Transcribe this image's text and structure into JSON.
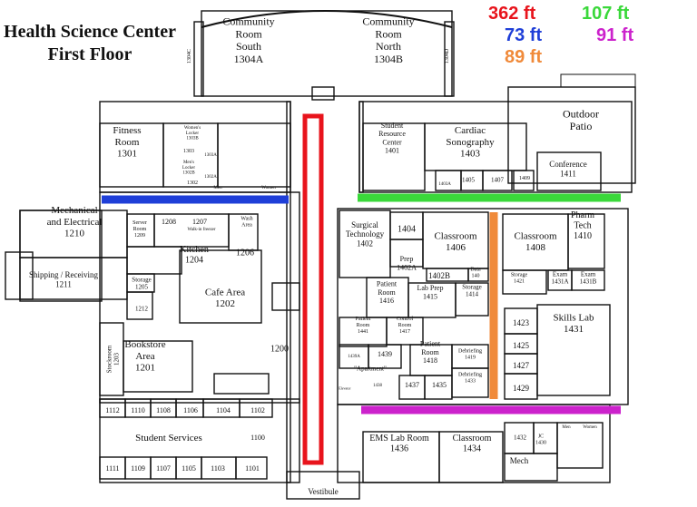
{
  "title": {
    "line1": "Health Science Center",
    "line2": "First Floor"
  },
  "legend": [
    {
      "text": "362 ft",
      "color": "#e8141c"
    },
    {
      "text": "107 ft",
      "color": "#3ad83a"
    },
    {
      "text": "73 ft",
      "color": "#1f3fd8"
    },
    {
      "text": "91 ft",
      "color": "#cc22cc"
    },
    {
      "text": "89 ft",
      "color": "#f08a3a"
    }
  ],
  "rooms": [
    {
      "id": "community-room-south",
      "label": [
        "Community",
        "Room",
        "South"
      ],
      "number": "1304A"
    },
    {
      "id": "community-room-north",
      "label": [
        "Community",
        "Room",
        "North"
      ],
      "number": "1304B"
    },
    {
      "id": "room-1304c",
      "number": "1304C"
    },
    {
      "id": "room-1304d",
      "number": "1304D"
    },
    {
      "id": "outdoor-patio",
      "label": [
        "Outdoor",
        "Patio"
      ]
    },
    {
      "id": "fitness-room",
      "label": [
        "Fitness",
        "Room"
      ],
      "number": "1301"
    },
    {
      "id": "womens-locker",
      "label": [
        "Women's",
        "Locker"
      ],
      "number": "1303B"
    },
    {
      "id": "room-1303",
      "number": "1303"
    },
    {
      "id": "room-1303a",
      "number": "1303A"
    },
    {
      "id": "mens-locker",
      "label": [
        "Men's",
        "Locker"
      ],
      "number": "1302B"
    },
    {
      "id": "room-1302a",
      "number": "1302A"
    },
    {
      "id": "room-1302",
      "number": "1302"
    },
    {
      "id": "mens-restroom",
      "label": [
        "Men"
      ]
    },
    {
      "id": "womens-restroom",
      "label": [
        "Women"
      ]
    },
    {
      "id": "student-resource-center",
      "label": [
        "Student",
        "Resource",
        "Center"
      ],
      "number": "1401"
    },
    {
      "id": "cardiac-sonography",
      "label": [
        "Cardiac",
        "Sonography"
      ],
      "number": "1403"
    },
    {
      "id": "room-1405",
      "number": "1405"
    },
    {
      "id": "room-1407",
      "number": "1407"
    },
    {
      "id": "room-1409",
      "number": "1409"
    },
    {
      "id": "room-1403a",
      "number": "1403A"
    },
    {
      "id": "conference",
      "label": [
        "Conference"
      ],
      "number": "1411"
    },
    {
      "id": "mechanical-electrical",
      "label": [
        "Mechanical",
        "and Electrical"
      ],
      "number": "1210"
    },
    {
      "id": "server-room",
      "label": [
        "Server",
        "Room"
      ],
      "number": "1209"
    },
    {
      "id": "room-1208",
      "number": "1208"
    },
    {
      "id": "room-1207",
      "number": "1207"
    },
    {
      "id": "walk-in-freezer",
      "label": [
        "Walk-in freezer"
      ]
    },
    {
      "id": "wash-area",
      "label": [
        "Wash",
        "Area"
      ]
    },
    {
      "id": "room-1206",
      "number": "1206"
    },
    {
      "id": "kitchen",
      "label": [
        "Kitchen"
      ],
      "number": "1204"
    },
    {
      "id": "shipping-receiving",
      "label": [
        "Shipping / Receiving"
      ],
      "number": "1211"
    },
    {
      "id": "storage-1205",
      "label": [
        "Storage"
      ],
      "number": "1205"
    },
    {
      "id": "room-1212",
      "number": "1212"
    },
    {
      "id": "cafe-area",
      "label": [
        "Cafe Area"
      ],
      "number": "1202"
    },
    {
      "id": "stockroom",
      "label": [
        "Stockroom"
      ],
      "number": "1203"
    },
    {
      "id": "bookstore-area",
      "label": [
        "Bookstore",
        "Area"
      ],
      "number": "1201"
    },
    {
      "id": "room-1200",
      "number": "1200"
    },
    {
      "id": "surgical-technology",
      "label": [
        "Surgical",
        "Technology"
      ],
      "number": "1402"
    },
    {
      "id": "room-1404",
      "number": "1404"
    },
    {
      "id": "classroom-1406",
      "label": [
        "Classroom"
      ],
      "number": "1406"
    },
    {
      "id": "room-1402a-prep",
      "label": [
        "Prep"
      ],
      "number": "1402A"
    },
    {
      "id": "room-1402b",
      "number": "1402B"
    },
    {
      "id": "room-1408",
      "label": [
        "Classroom"
      ],
      "number": "1408"
    },
    {
      "id": "pharm-tech",
      "label": [
        "Pharm",
        "Tech"
      ],
      "number": "1410"
    },
    {
      "id": "data-1400",
      "label": [
        "Data"
      ],
      "number": "140"
    },
    {
      "id": "patient-room-1416",
      "label": [
        "Patient",
        "Room"
      ],
      "number": "1416"
    },
    {
      "id": "lab-prep-1415",
      "label": [
        "Lab Prep"
      ],
      "number": "1415"
    },
    {
      "id": "storage-1414",
      "label": [
        "Storage"
      ],
      "number": "1414"
    },
    {
      "id": "storage-1421",
      "label": [
        "Storage"
      ],
      "number": "1421"
    },
    {
      "id": "exam-1431a",
      "label": [
        "Exam"
      ],
      "number": "1431A"
    },
    {
      "id": "exam-1431b",
      "label": [
        "Exam"
      ],
      "number": "1431B"
    },
    {
      "id": "patient-room-1441",
      "label": [
        "Patient",
        "Room"
      ],
      "number": "1441"
    },
    {
      "id": "control-room-1417",
      "label": [
        "Control",
        "Room"
      ],
      "number": "1417"
    },
    {
      "id": "room-1439a",
      "number": "1439A"
    },
    {
      "id": "room-1439",
      "number": "1439"
    },
    {
      "id": "apartment",
      "label": [
        "\"Apartment\""
      ]
    },
    {
      "id": "patient-room-1418",
      "label": [
        "Patient",
        "Room"
      ],
      "number": "1418"
    },
    {
      "id": "debriefing-1419",
      "label": [
        "Debriefing"
      ],
      "number": "1419"
    },
    {
      "id": "debriefing-1433",
      "label": [
        "Debriefing"
      ],
      "number": "1433"
    },
    {
      "id": "room-1437",
      "number": "1437"
    },
    {
      "id": "room-1435",
      "number": "1435"
    },
    {
      "id": "room-1423",
      "number": "1423"
    },
    {
      "id": "room-1425",
      "number": "1425"
    },
    {
      "id": "room-1427",
      "number": "1427"
    },
    {
      "id": "room-1429",
      "number": "1429"
    },
    {
      "id": "skills-lab",
      "label": [
        "Skills Lab"
      ],
      "number": "1431"
    },
    {
      "id": "room-1112",
      "number": "1112"
    },
    {
      "id": "room-1110",
      "number": "1110"
    },
    {
      "id": "room-1108",
      "number": "1108"
    },
    {
      "id": "room-1106",
      "number": "1106"
    },
    {
      "id": "room-1104",
      "number": "1104"
    },
    {
      "id": "room-1102",
      "number": "1102"
    },
    {
      "id": "student-services",
      "label": [
        "Student Services"
      ]
    },
    {
      "id": "room-1100",
      "number": "1100"
    },
    {
      "id": "room-1111",
      "number": "1111"
    },
    {
      "id": "room-1109",
      "number": "1109"
    },
    {
      "id": "room-1107",
      "number": "1107"
    },
    {
      "id": "room-1105",
      "number": "1105"
    },
    {
      "id": "room-1103",
      "number": "1103"
    },
    {
      "id": "room-1101",
      "number": "1101"
    },
    {
      "id": "vestibule",
      "label": [
        "Vestibule"
      ]
    },
    {
      "id": "ems-lab-room",
      "label": [
        "EMS Lab Room"
      ],
      "number": "1436"
    },
    {
      "id": "classroom-1434",
      "label": [
        "Classroom"
      ],
      "number": "1434"
    },
    {
      "id": "room-1432",
      "number": "1432"
    },
    {
      "id": "janitor-closet",
      "label": [
        "JC"
      ],
      "number": "1430"
    },
    {
      "id": "mech",
      "label": [
        "Mech"
      ]
    },
    {
      "id": "restroom-men-s",
      "label": [
        "Men"
      ]
    },
    {
      "id": "restroom-women-s",
      "label": [
        "Women"
      ]
    },
    {
      "id": "elevator",
      "label": [
        "Elevator"
      ]
    },
    {
      "id": "room-1438",
      "number": "1438"
    }
  ]
}
